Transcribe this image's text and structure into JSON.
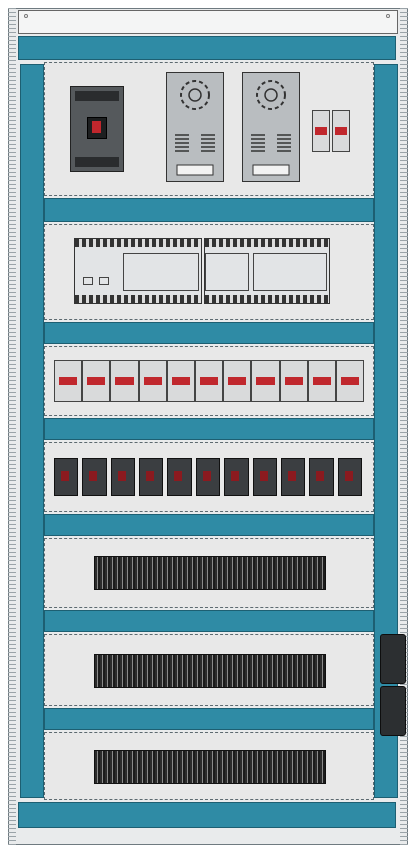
{
  "colors": {
    "cabinet_frame": "#e9ebec",
    "rail_teal": "#2f8ba5",
    "mounting_plate": "#e8e8e8",
    "component_dark": "#3b3e41",
    "terminal_red": "#c0272d"
  },
  "components": {
    "main_breaker": {
      "icon": "molded-case-breaker-icon"
    },
    "power_supplies": [
      {
        "icon": "switching-psu-icon"
      },
      {
        "icon": "switching-psu-icon"
      }
    ],
    "small_breakers": [
      {
        "icon": "mini-breaker-icon"
      },
      {
        "icon": "mini-breaker-icon"
      }
    ],
    "plc_modules": [
      {
        "icon": "plc-module-icon"
      },
      {
        "icon": "plc-module-icon"
      }
    ],
    "terminal_row_count": 11,
    "relay_count": 11,
    "terminal_block_strips": 3
  }
}
